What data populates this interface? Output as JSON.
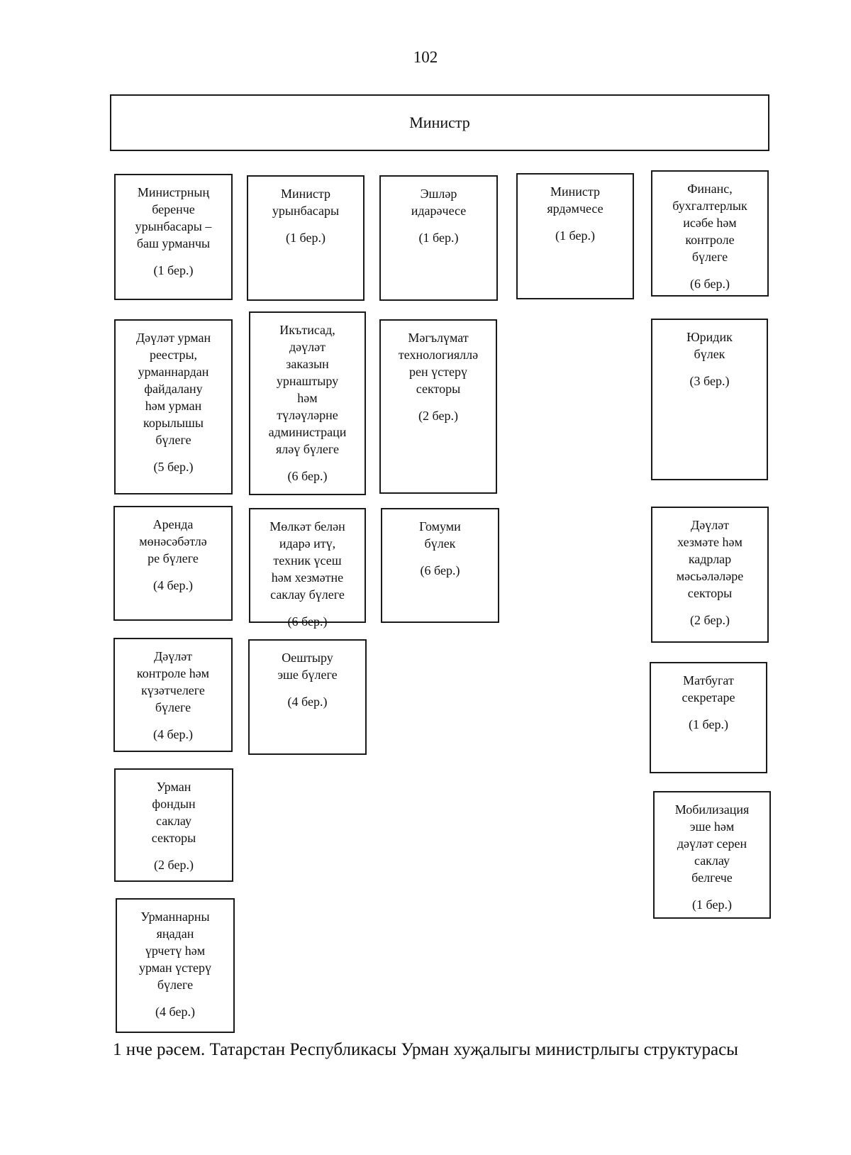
{
  "page_number": "102",
  "minister": "Министр",
  "columns": [
    [
      {
        "name": "Министрның\nберенче\nурынбасары –\nбаш урманчы",
        "staff": "(1 бер.)"
      },
      {
        "name": "Дәүләт урман\nреестры,\nурманнардан\nфайдалану\nһәм урман\nкорылышы\nбүлеге",
        "staff": "(5 бер.)"
      },
      {
        "name": "Аренда\nмөнәсәбәтлә\nре бүлеге",
        "staff": "(4 бер.)"
      },
      {
        "name": "Дәүләт\nконтроле һәм\nкүзәтчелеге\nбүлеге",
        "staff": "(4 бер.)"
      },
      {
        "name": "Урман\nфондын\nсаклау\nсекторы",
        "staff": "(2 бер.)"
      },
      {
        "name": "Урманнарны\nяңадан\nүрчетү һәм\nурман үстерү\nбүлеге",
        "staff": "(4 бер.)"
      }
    ],
    [
      {
        "name": "Министр\nурынбасары",
        "staff": "(1 бер.)"
      },
      {
        "name": "Икътисад,\nдәүләт\nзаказын\nурнаштыру\nһәм\nтүләүләрне\nадминистраци\nяләү бүлеге",
        "staff": "(6 бер.)"
      },
      {
        "name": "Мөлкәт белән\nидарә итү,\nтехник үсеш\nһәм хезмәтне\nсаклау бүлеге",
        "staff": "(6 бер.)"
      },
      {
        "name": "Оештыру\nэше бүлеге",
        "staff": "(4 бер.)"
      }
    ],
    [
      {
        "name": "Эшләр\nидарәчесе",
        "staff": "(1 бер.)"
      },
      {
        "name": "Мәгълүмат\nтехнологияллә\nрен үстерү\nсекторы",
        "staff": "(2 бер.)"
      },
      {
        "name": "Гомуми\nбүлек",
        "staff": "(6 бер.)"
      }
    ],
    [
      {
        "name": "Министр\nярдәмчесе",
        "staff": "(1 бер.)"
      }
    ],
    [
      {
        "name": "Финанс,\nбухгалтерлык\nисәбе һәм\nконтроле\nбүлеге",
        "staff": "(6 бер.)"
      },
      {
        "name": "Юридик\nбүлек",
        "staff": "(3 бер.)"
      },
      {
        "name": "Дәүләт\nхезмәте һәм\nкадрлар\nмәсьәләләре\nсекторы",
        "staff": "(2 бер.)"
      },
      {
        "name": "Матбугат\nсекретаре",
        "staff": "(1 бер.)"
      },
      {
        "name": "Мобилизация\nэше һәм\nдәүләт серен\nсаклау\nбелгече",
        "staff": "(1 бер.)"
      }
    ]
  ],
  "caption": "1 нче рәсем. Татарстан Республикасы Урман хуҗалыгы министрлыгы структурасы"
}
